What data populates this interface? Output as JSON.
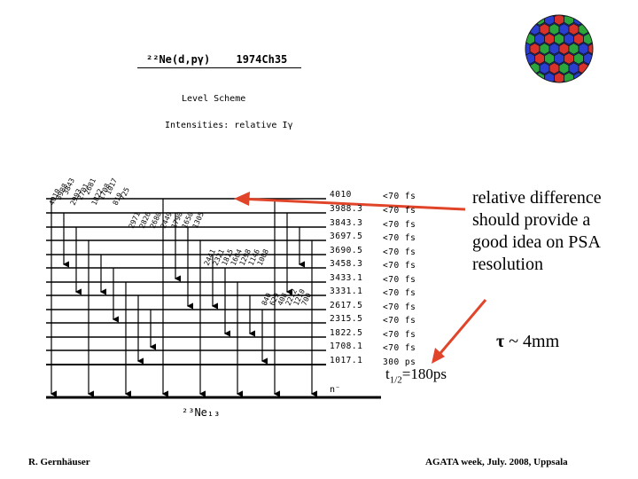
{
  "header": {
    "reaction": "²²Ne(d,pγ)",
    "reference": "1974Ch35",
    "subtitle": "Level Scheme",
    "intensities": "Intensities: relative Iγ"
  },
  "levels": [
    {
      "energy": "4010",
      "lifetime": "<70  fs"
    },
    {
      "energy": "3988.3",
      "lifetime": "<70  fs"
    },
    {
      "energy": "3843.3",
      "lifetime": "<70  fs"
    },
    {
      "energy": "3697.5",
      "lifetime": "<70  fs"
    },
    {
      "energy": "3690.5",
      "lifetime": "<70  fs"
    },
    {
      "energy": "3458.3",
      "lifetime": "<70  fs"
    },
    {
      "energy": "3433.1",
      "lifetime": "<70  fs"
    },
    {
      "energy": "3331.1",
      "lifetime": "<70  fs"
    },
    {
      "energy": "2617.5",
      "lifetime": "<70  fs"
    },
    {
      "energy": "2315.5",
      "lifetime": "<70  fs"
    },
    {
      "energy": "1822.5",
      "lifetime": "<70  fs"
    },
    {
      "energy": "1708.1",
      "lifetime": "<70  fs"
    },
    {
      "energy": "1017.1",
      "lifetime": "300  ps"
    }
  ],
  "ground_label": "n⁻",
  "nucleus_label": "²³Ne₁₃",
  "gamma_labels": [
    "4010",
    "3988",
    "3843",
    "2993",
    "2701",
    "2681",
    "1822",
    "1708",
    "1017",
    "819",
    "725",
    "2971",
    "2826",
    "2680",
    "2449",
    "1790",
    "1650",
    "1305",
    "2441",
    "2321",
    "1815",
    "1604",
    "1298",
    "1146",
    "1008",
    "840",
    "629",
    "408",
    "2212",
    "1210",
    "700"
  ],
  "annotations": {
    "psa_text": [
      "relative difference",
      "should provide a",
      "good idea on PSA",
      "resolution"
    ],
    "tau_symbol": "τ",
    "tau_text": "~ 4mm",
    "half_life_base": "t",
    "half_life_sub": "1/2",
    "half_life_value": "=180ps"
  },
  "footer": {
    "author": "R. Gernhäuser",
    "event": "AGATA week,  July. 2008, Uppsala"
  },
  "colors": {
    "arrow": "#e0452a",
    "ball_red": "#d8322a",
    "ball_green": "#2aa63c",
    "ball_blue": "#2a3fd0"
  },
  "icons": {
    "logo": "agata-geodesic-ball-logo"
  }
}
